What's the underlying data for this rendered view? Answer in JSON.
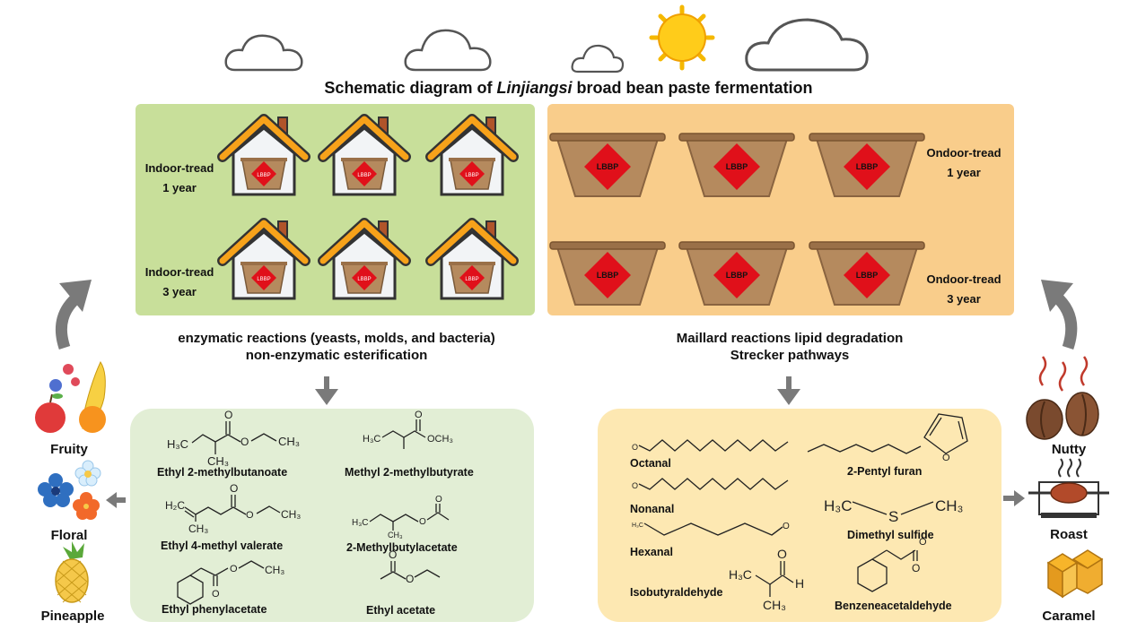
{
  "title": {
    "prefix": "Schematic diagram of ",
    "italic": "Linjiangsi",
    "suffix": " broad bean paste fermentation"
  },
  "jar_label": "LBBP",
  "indoor": {
    "label1": "Indoor-tread",
    "sub1": "1 year",
    "label2": "Indoor-tread",
    "sub2": "3 year"
  },
  "outdoor": {
    "label1": "Ondoor-tread",
    "sub1": "1 year",
    "label2": "Ondoor-tread",
    "sub2": "3 year"
  },
  "left_mechanism": {
    "line1": "enzymatic reactions (yeasts, molds, and bacteria)",
    "line2": "non-enzymatic esterification"
  },
  "right_mechanism": {
    "line1": "Maillard reactions lipid degradation",
    "line2": "Strecker pathways"
  },
  "esters": [
    "Ethyl 2-methylbutanoate",
    "Methyl 2-methylbutyrate",
    "Ethyl 4-methyl valerate",
    "2-Methylbutylacetate",
    "Ethyl phenylacetate",
    "Ethyl acetate"
  ],
  "aldehydes": [
    "Octanal",
    "2-Pentyl furan",
    "Nonanal",
    "Dimethyl sulfide",
    "Hexanal",
    "Isobutyraldehyde",
    "Benzeneacetaldehyde"
  ],
  "atoms": {
    "H3C": "H₃C",
    "CH3": "CH₃",
    "OCH3": "OCH₃",
    "H2C": "H₂C",
    "O": "O",
    "H": "H",
    "S": "S"
  },
  "left_categories": [
    "Fruity",
    "Floral",
    "Pineapple"
  ],
  "right_categories": [
    "Nutty",
    "Roast",
    "Caramel"
  ],
  "colors": {
    "green_panel": "#c8df9a",
    "orange_panel": "#f9cd8b",
    "compound_green": "#e2eed5",
    "compound_yellow": "#fde8b2",
    "label_red": "#e0101a",
    "jar_brown": "#b58a5e"
  },
  "icons": [
    "cloud-icon",
    "sun-icon",
    "house-icon",
    "jar-icon",
    "fruit-icon",
    "flower-icon",
    "pineapple-icon",
    "coffee-bean-icon",
    "roast-icon",
    "caramel-icon",
    "arrow-icon"
  ]
}
